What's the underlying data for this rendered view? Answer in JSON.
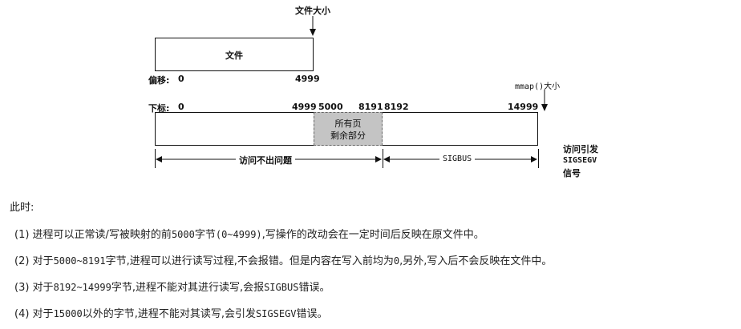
{
  "diagram": {
    "file_size_label": "文件大小",
    "file_label": "文件",
    "offset_label": "偏移:",
    "offset_start": "0",
    "offset_end": "4999",
    "mmap_size_label": "mmap()大小",
    "index_label": "下标:",
    "index_0": "0",
    "index_4999": "4999",
    "index_5000": "5000",
    "index_8191": "8191",
    "index_8192": "8192",
    "index_14999": "14999",
    "page_rest_line1": "所有页",
    "page_rest_line2": "剩余部分",
    "no_problem_label": "访问不出问题",
    "sigbus_label": "SIGBUS",
    "sigsegv_line1": "访问引发",
    "sigsegv_line2": "SIGSEGV",
    "sigsegv_line3": "信号"
  },
  "text": {
    "intro": "此时:",
    "items": [
      {
        "prefix": "(1) 进程可以正常读/写被映射的前",
        "m1": "5000",
        "mid": "字节",
        "m2": "(0~4999)",
        "suffix": ",写操作的改动会在一定时间后反映在原文件中。"
      },
      {
        "prefix": "(2) 对于",
        "m1": "5000~8191",
        "mid": "字节,进程可以进行读写过程,不会报错。但是内容在写入前均为",
        "m2": "0",
        "suffix": ",另外,写入后不会反映在文件中。"
      },
      {
        "prefix": "(3) 对于",
        "m1": "8192~14999",
        "mid": "字节,进程不能对其进行读写,会报",
        "m2": "SIGBUS",
        "suffix": "错误。"
      },
      {
        "prefix": "(4) 对于",
        "m1": "15000",
        "mid": "以外的字节,进程不能对其读写,会引发",
        "m2": "SIGSEGV",
        "suffix": "错误。"
      }
    ]
  }
}
